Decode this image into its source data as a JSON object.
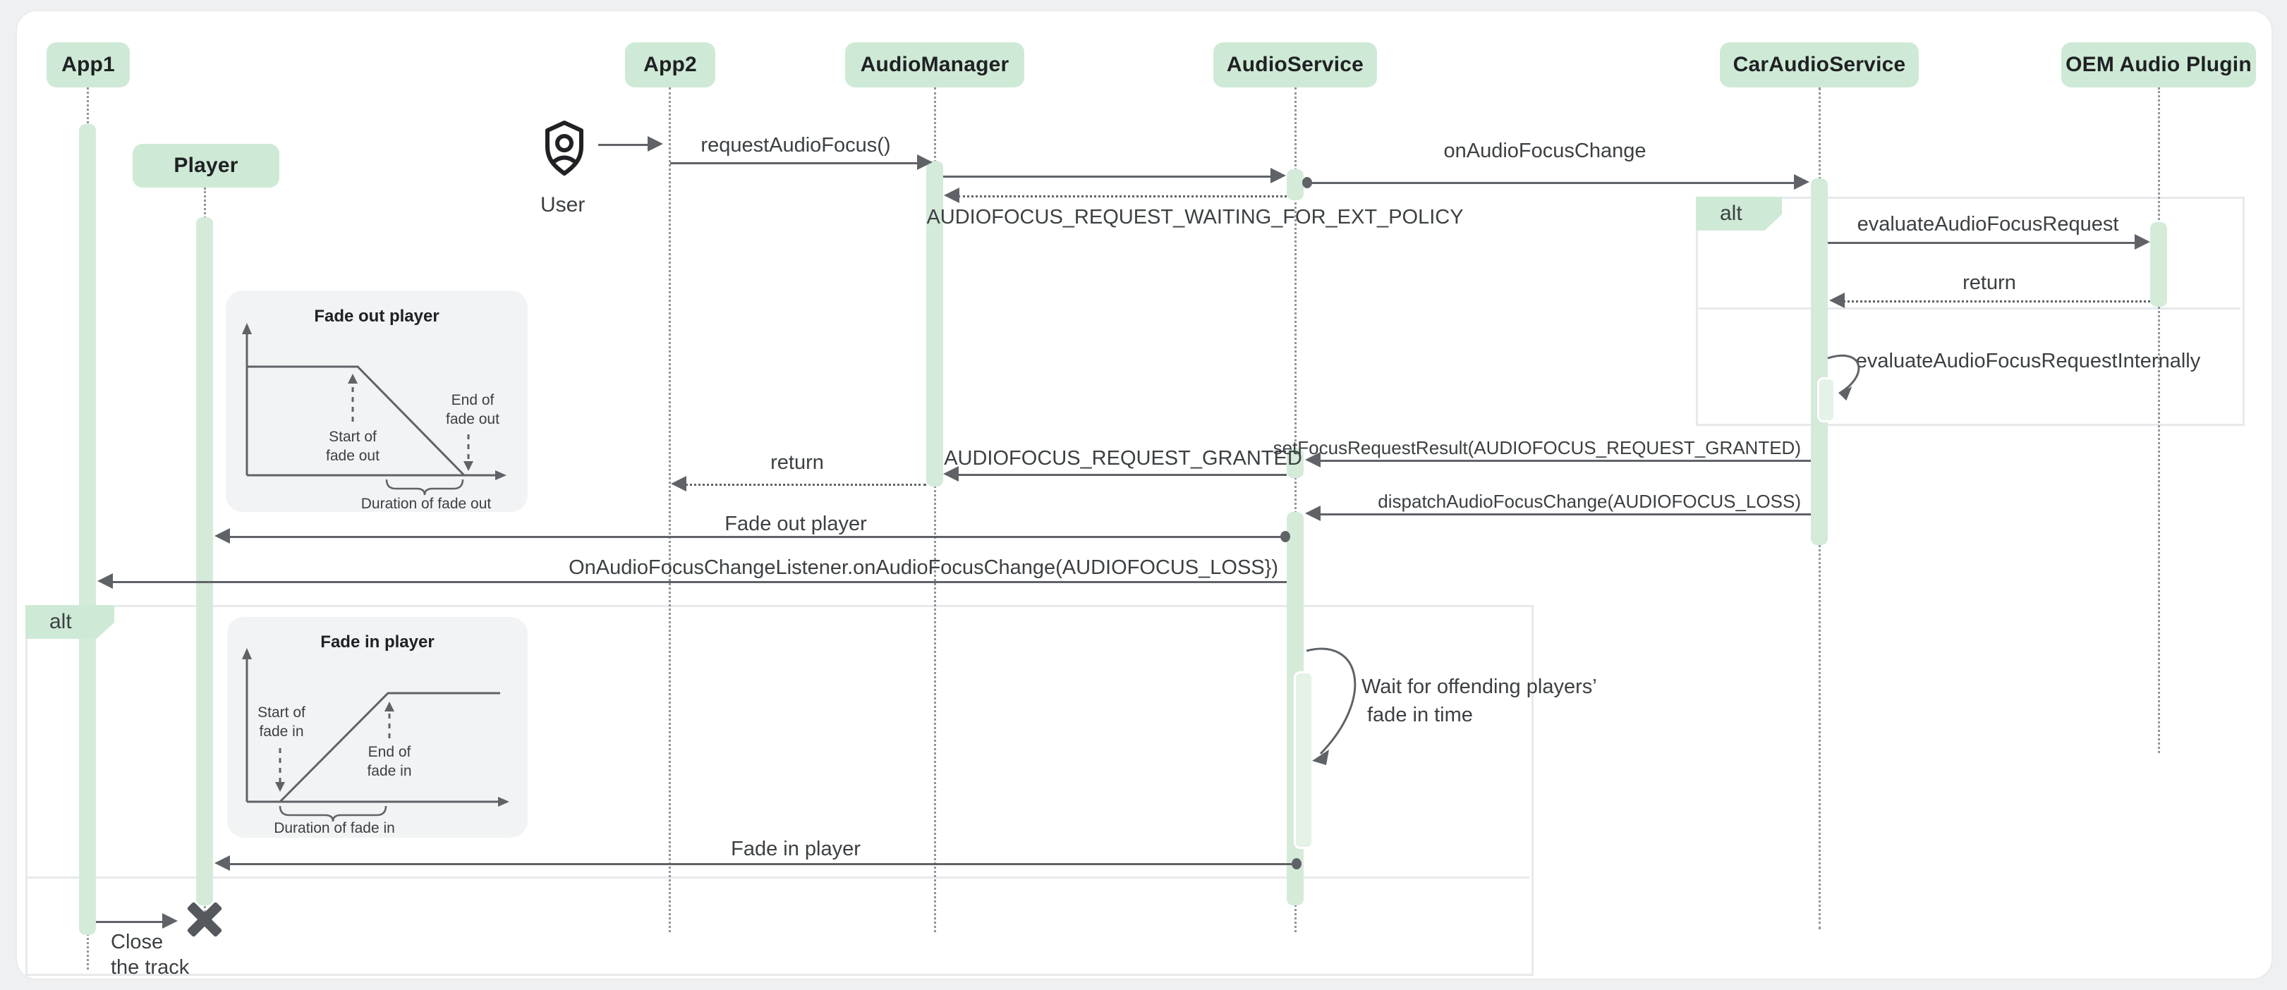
{
  "participants": [
    {
      "id": "app1",
      "label": "App1"
    },
    {
      "id": "player",
      "label": "Player"
    },
    {
      "id": "app2",
      "label": "App2"
    },
    {
      "id": "audiomanager",
      "label": "AudioManager"
    },
    {
      "id": "audioservice",
      "label": "AudioService"
    },
    {
      "id": "caraudioservice",
      "label": "CarAudioService"
    },
    {
      "id": "oem",
      "label": "OEM Audio Plugin"
    }
  ],
  "actor": {
    "label": "User"
  },
  "fragments": {
    "alt_right_label": "alt",
    "alt_left_label": "alt"
  },
  "messages": {
    "request_audio_focus": "requestAudioFocus()",
    "on_audio_focus_change": "onAudioFocusChange",
    "waiting_ext_policy": "AUDIOFOCUS_REQUEST_WAITING_FOR_EXT_POLICY",
    "evaluate_request": "evaluateAudioFocusRequest",
    "return_oem": "return",
    "evaluate_internally": "evaluateAudioFocusRequestInternally",
    "set_focus_result": "setFocusRequestResult(AUDIOFOCUS_REQUEST_GRANTED)",
    "request_granted": "AUDIOFOCUS_REQUEST_GRANTED",
    "return_app2": "return",
    "dispatch_loss": "dispatchAudioFocusChange(AUDIOFOCUS_LOSS)",
    "fade_out_player": "Fade out player",
    "on_change_listener": "OnAudioFocusChangeListener.onAudioFocusChange(AUDIOFOCUS_LOSS})",
    "wait_line1": "Wait for offending players’",
    "wait_line2": "fade in time",
    "fade_in_player": "Fade in player",
    "close_line1": "Close",
    "close_line2": "the track"
  },
  "insets": {
    "fade_out": {
      "title": "Fade out player",
      "start_l1": "Start of",
      "start_l2": "fade out",
      "end_l1": "End of",
      "end_l2": "fade out",
      "duration": "Duration of fade out"
    },
    "fade_in": {
      "title": "Fade in player",
      "start_l1": "Start of",
      "start_l2": "fade in",
      "end_l1": "End of",
      "end_l2": "fade in",
      "duration": "Duration of fade in"
    }
  },
  "colors": {
    "header_green": "#ceead6",
    "activation": "#d5ebda",
    "activation_nested": "#e4f2e8",
    "line_gray": "#5f6368",
    "label_gray": "#3c4043",
    "lifeline_gray": "#8f969c",
    "fragment_border": "#e7e9ec",
    "inset_bg": "#f1f3f4",
    "terminator_gray": "#55595e",
    "surface": "#ffffff",
    "page_bg": "#eef0f2"
  }
}
